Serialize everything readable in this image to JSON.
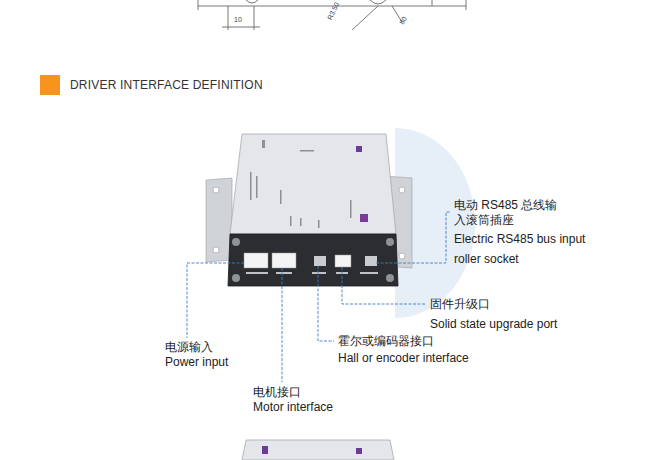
{
  "diagram": {
    "title": "DRIVER INTERFACE DEFINITION",
    "labels": [
      "10",
      "R3.50",
      "80",
      "电动 RS485 总线输 入滚筒插座",
      "Electric RS485 bus input roller socket",
      "固件升级口",
      "Solid state upgrade port",
      "霍尔或编码器接口",
      "Hall or encoder interface",
      "电源输入",
      "Power input",
      "电机接口",
      "Motor interface"
    ]
  }
}
